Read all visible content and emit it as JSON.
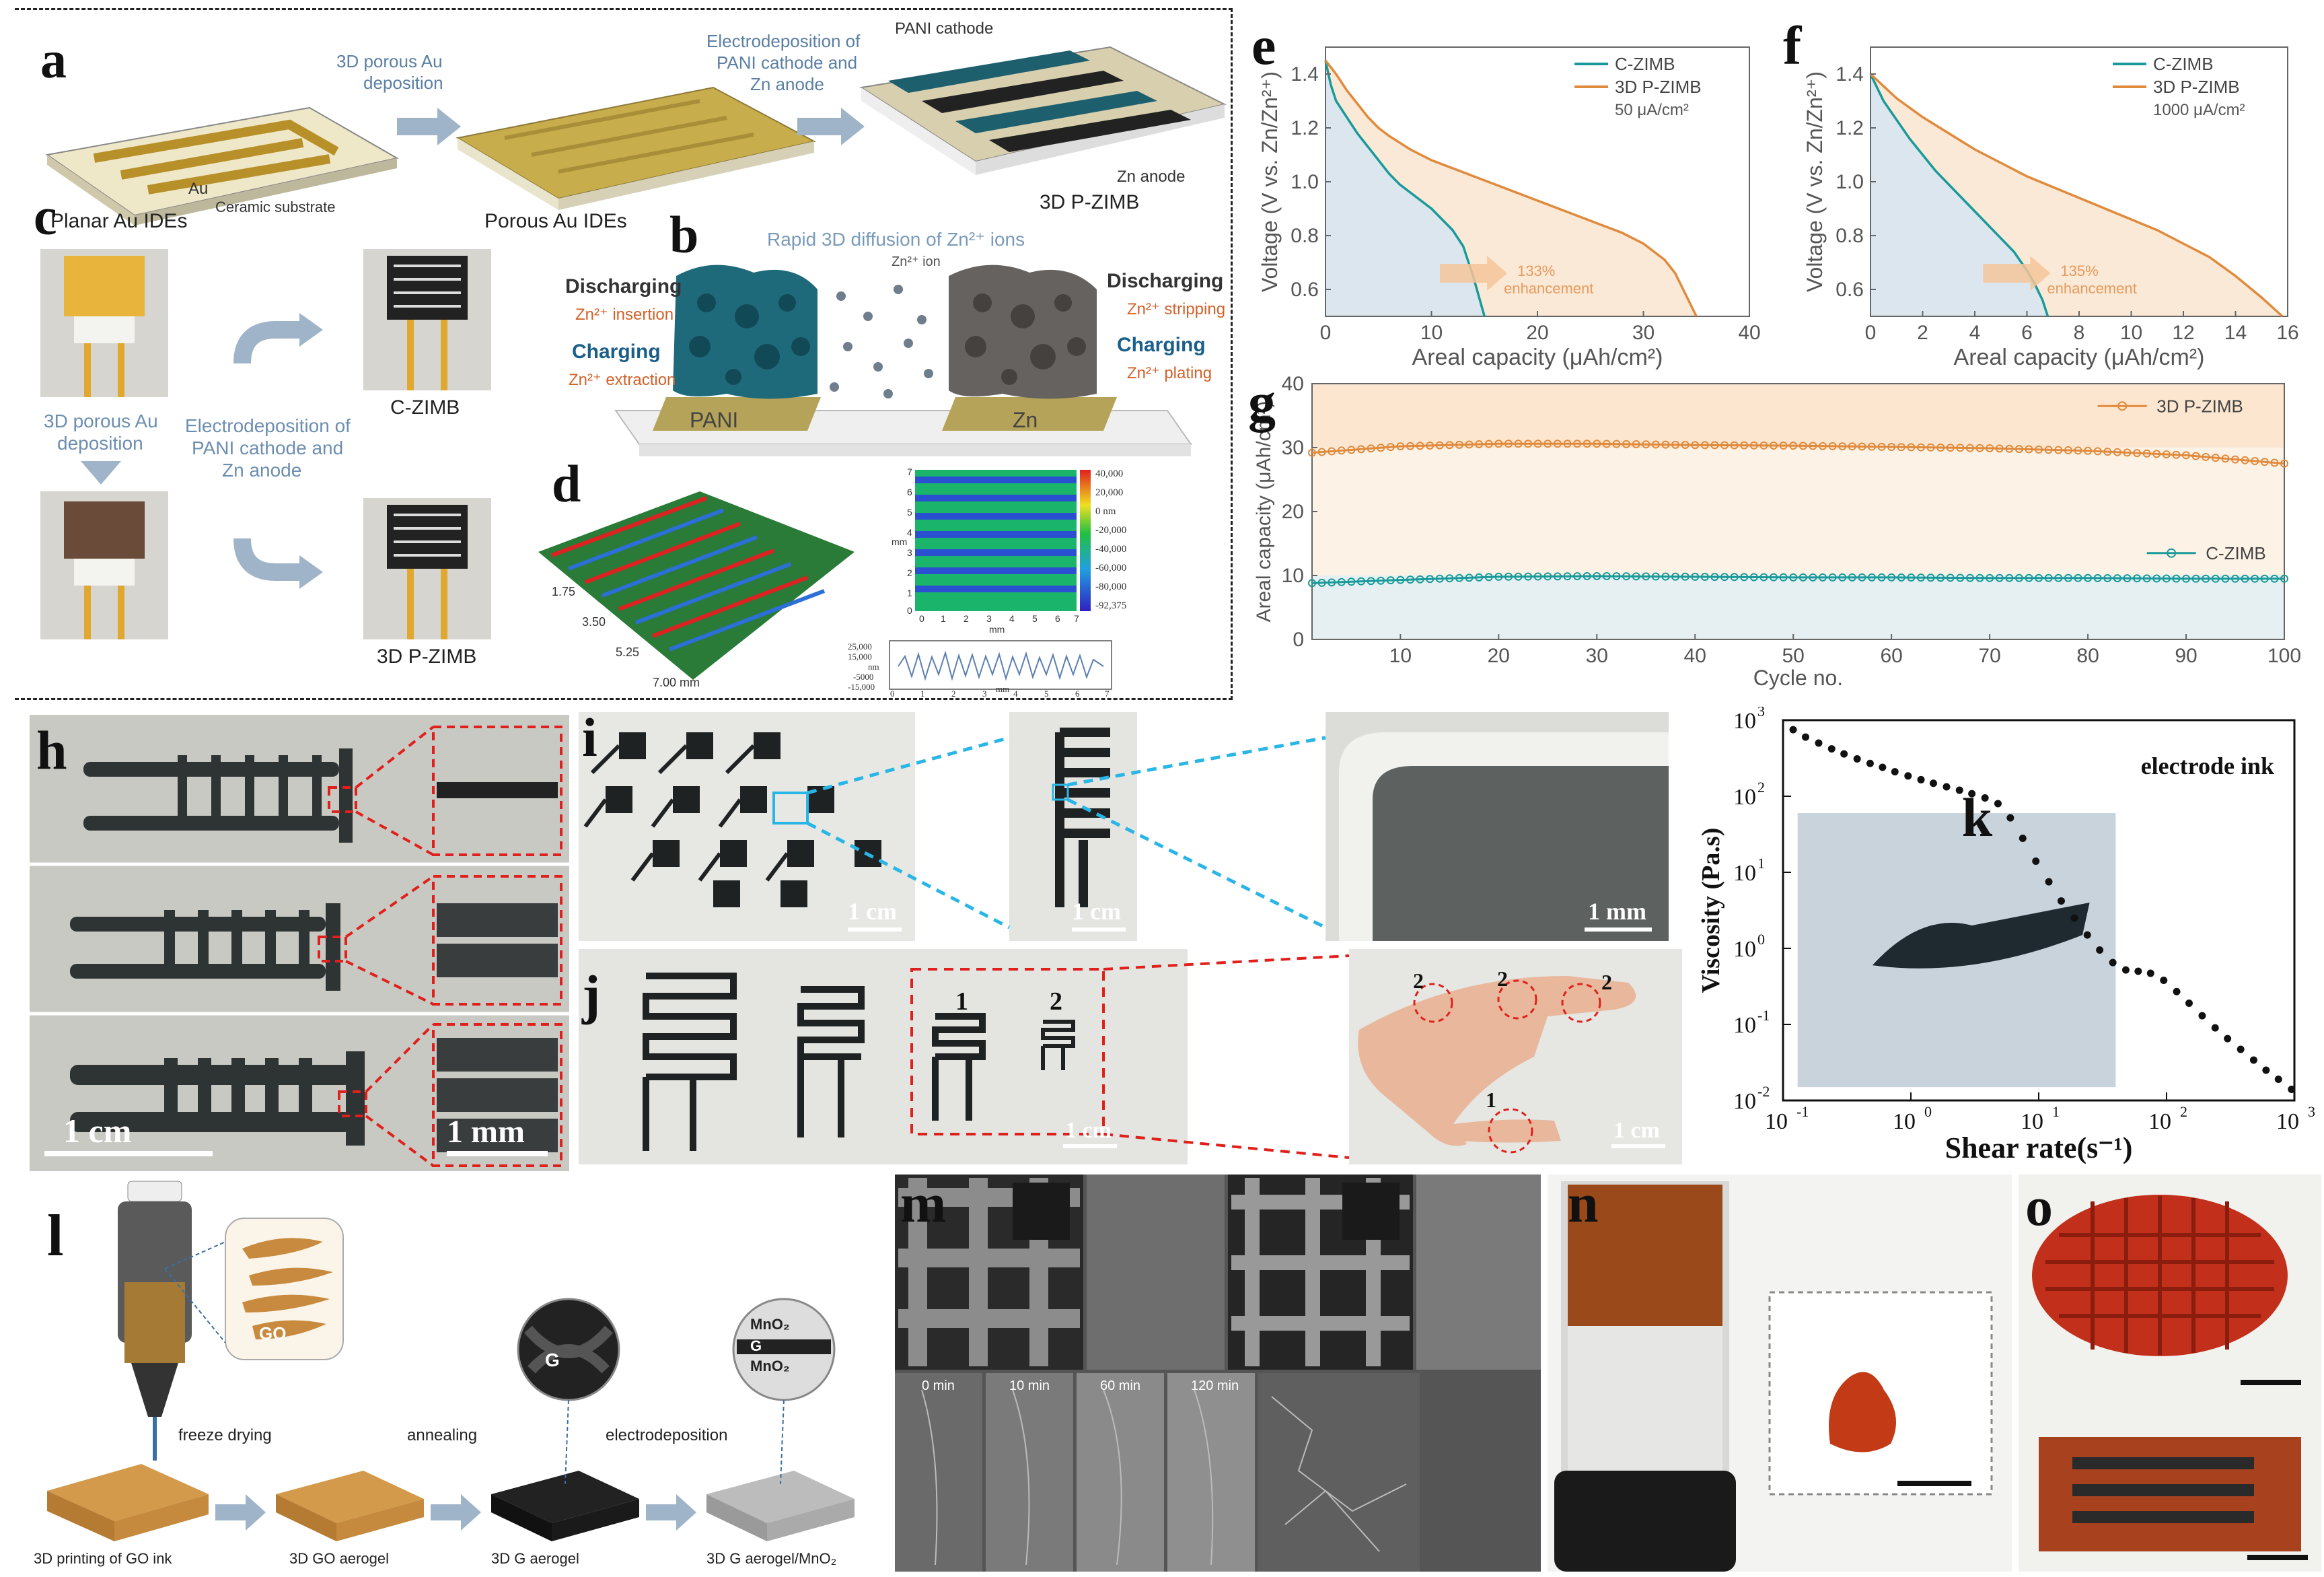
{
  "panels": {
    "a": {
      "letter": "a",
      "arrow1_line1": "3D porous Au",
      "arrow1_line2": "deposition",
      "arrow2_line1": "Electrodeposition of",
      "arrow2_line2": "PANI cathode and",
      "arrow2_line3": "Zn anode",
      "au_label": "Au",
      "substrate_label": "Ceramic substrate",
      "cathode_label": "PANI cathode",
      "anode_label": "Zn anode",
      "caption_left": "Planar Au IDEs",
      "caption_mid": "Porous Au IDEs",
      "caption_right": "3D P-ZIMB"
    },
    "b": {
      "letter": "b",
      "title": "Rapid 3D diffusion of Zn²⁺ ions",
      "ion_label": "Zn²⁺ ion",
      "left_discharging": "Discharging",
      "left_insertion": "Zn²⁺ insertion",
      "left_charging": "Charging",
      "left_extraction": "Zn²⁺ extraction",
      "right_discharging": "Discharging",
      "right_stripping": "Zn²⁺ stripping",
      "right_charging": "Charging",
      "right_plating": "Zn²⁺ plating",
      "pani_label": "PANI",
      "zn_label": "Zn"
    },
    "c": {
      "letter": "c",
      "step1_line1": "3D porous Au",
      "step1_line2": "deposition",
      "step2_line1": "Electrodeposition of",
      "step2_line2": "PANI cathode and",
      "step2_line3": "Zn anode",
      "label_top": "C-ZIMB",
      "label_bottom": "3D P-ZIMB"
    },
    "d": {
      "letter": "d",
      "axis_ticks": [
        "1.75",
        "3.50",
        "5.25",
        "7.00 mm"
      ],
      "colorbar_ticks": [
        "40,000",
        "20,000",
        "0 nm",
        "-20,000",
        "-40,000",
        "-60,000",
        "-80,000",
        "-92,375"
      ],
      "map_y_ticks": [
        "7",
        "6",
        "5",
        "4",
        "3",
        "2",
        "1",
        "0"
      ],
      "map_x_ticks": [
        "0",
        "1",
        "2",
        "3",
        "4",
        "5",
        "6",
        "7"
      ],
      "map_unit": "mm",
      "profile_y_ticks": [
        "25,000",
        "15,000",
        "nm",
        "-5000",
        "-15,000"
      ],
      "profile_x_ticks": [
        "0",
        "1",
        "2",
        "3",
        "4",
        "5",
        "6",
        "7"
      ],
      "profile_unit": "mm"
    },
    "h": {
      "letter": "h",
      "scale_main": "1 cm",
      "scale_zoom": "1 mm"
    },
    "i": {
      "letter": "i",
      "scale1": "1 cm",
      "scale2": "1 cm",
      "scale3": "1 mm"
    },
    "j": {
      "letter": "j",
      "num1": "1",
      "num2": "2",
      "scale1": "1 cm",
      "scale2": "1 cm",
      "hand_labels": [
        "2",
        "2",
        "2",
        "1"
      ]
    },
    "l": {
      "letter": "l",
      "go_label": "GO",
      "g_label": "G",
      "mno2_top": "MnO₂",
      "g_mid": "G",
      "mno2_bottom": "MnO₂",
      "step1": "freeze drying",
      "step2": "annealing",
      "step3": "electrodeposition",
      "cap1": "3D printing of GO ink",
      "cap2": "3D GO aerogel",
      "cap3": "3D G aerogel",
      "cap4": "3D G aerogel/MnO₂"
    },
    "m": {
      "letter": "m",
      "time_labels": [
        "0 min",
        "10 min",
        "60 min",
        "120 min"
      ]
    },
    "n": {
      "letter": "n"
    },
    "o": {
      "letter": "o"
    }
  },
  "colors": {
    "teal": "#1a9a9a",
    "orange": "#e08a3c",
    "teal_fill": "#cfe6ea",
    "orange_fill": "#fbe9d7",
    "scale_red": "#e0201c",
    "zoom_blue": "#29b6e6"
  },
  "chart_data": [
    {
      "panel": "e",
      "type": "line",
      "xlabel": "Areal capacity (μAh/cm²)",
      "ylabel": "Voltage (V vs. Zn/Zn²⁺)",
      "xlim": [
        0,
        40
      ],
      "ylim": [
        0.5,
        1.5
      ],
      "xticks": [
        "0",
        "10",
        "20",
        "30",
        "40"
      ],
      "yticks": [
        "0.6",
        "0.8",
        "1.0",
        "1.2",
        "1.4"
      ],
      "annotation_value": "50 μA/cm²",
      "enhancement": "133%",
      "enhancement_label": "enhancement",
      "series": [
        {
          "name": "C-ZIMB",
          "color": "#1a9a9a",
          "x": [
            0,
            0.5,
            1,
            2,
            3,
            4,
            5,
            6,
            7,
            8,
            9,
            10,
            11,
            12,
            13,
            14,
            15
          ],
          "y": [
            1.45,
            1.36,
            1.3,
            1.24,
            1.18,
            1.13,
            1.08,
            1.03,
            0.99,
            0.96,
            0.93,
            0.9,
            0.86,
            0.82,
            0.76,
            0.64,
            0.5
          ]
        },
        {
          "name": "3D P-ZIMB",
          "color": "#e08a3c",
          "x": [
            0,
            1,
            2,
            3,
            4,
            5,
            6,
            8,
            10,
            12,
            14,
            16,
            18,
            20,
            22,
            24,
            26,
            28,
            30,
            32,
            33,
            34,
            35
          ],
          "y": [
            1.45,
            1.4,
            1.34,
            1.29,
            1.24,
            1.2,
            1.17,
            1.12,
            1.08,
            1.05,
            1.02,
            0.99,
            0.96,
            0.93,
            0.9,
            0.87,
            0.84,
            0.81,
            0.77,
            0.71,
            0.66,
            0.58,
            0.5
          ]
        }
      ]
    },
    {
      "panel": "f",
      "type": "line",
      "xlabel": "Areal capacity (μAh/cm²)",
      "ylabel": "Voltage (V vs. Zn/Zn²⁺)",
      "xlim": [
        0,
        16
      ],
      "ylim": [
        0.5,
        1.5
      ],
      "xticks": [
        "0",
        "2",
        "4",
        "6",
        "8",
        "10",
        "12",
        "14",
        "16"
      ],
      "yticks": [
        "0.6",
        "0.8",
        "1.0",
        "1.2",
        "1.4"
      ],
      "annotation_value": "1000 μA/cm²",
      "enhancement": "135%",
      "enhancement_label": "enhancement",
      "series": [
        {
          "name": "C-ZIMB",
          "color": "#1a9a9a",
          "x": [
            0,
            0.5,
            1,
            1.5,
            2,
            2.5,
            3,
            3.5,
            4,
            4.5,
            5,
            5.5,
            6,
            6.3,
            6.6,
            6.8
          ],
          "y": [
            1.4,
            1.3,
            1.23,
            1.16,
            1.1,
            1.04,
            0.99,
            0.94,
            0.89,
            0.84,
            0.79,
            0.74,
            0.67,
            0.62,
            0.56,
            0.5
          ]
        },
        {
          "name": "3D P-ZIMB",
          "color": "#e08a3c",
          "x": [
            0,
            1,
            2,
            3,
            4,
            5,
            6,
            7,
            8,
            9,
            10,
            11,
            12,
            13,
            14,
            15,
            15.8
          ],
          "y": [
            1.4,
            1.31,
            1.24,
            1.18,
            1.12,
            1.07,
            1.02,
            0.98,
            0.94,
            0.9,
            0.86,
            0.82,
            0.77,
            0.72,
            0.65,
            0.57,
            0.5
          ]
        }
      ]
    },
    {
      "panel": "g",
      "type": "line",
      "xlabel": "Cycle no.",
      "ylabel": "Areal capacity (μAh/cm²)",
      "xlim": [
        1,
        100
      ],
      "ylim": [
        0,
        40
      ],
      "xticks": [
        "10",
        "20",
        "30",
        "40",
        "50",
        "60",
        "70",
        "80",
        "90",
        "100"
      ],
      "yticks": [
        "0",
        "10",
        "20",
        "30",
        "40"
      ],
      "series": [
        {
          "name": "3D P-ZIMB",
          "color": "#e08a3c",
          "x": [
            1,
            10,
            20,
            30,
            40,
            50,
            60,
            70,
            80,
            90,
            100
          ],
          "y": [
            29.2,
            30.2,
            30.6,
            30.6,
            30.4,
            30.3,
            30.1,
            29.9,
            29.5,
            28.8,
            27.5
          ]
        },
        {
          "name": "C-ZIMB",
          "color": "#1a9a9a",
          "x": [
            1,
            10,
            20,
            30,
            40,
            50,
            60,
            70,
            80,
            90,
            100
          ],
          "y": [
            8.8,
            9.3,
            9.8,
            9.9,
            9.8,
            9.7,
            9.7,
            9.6,
            9.6,
            9.5,
            9.5
          ]
        }
      ]
    },
    {
      "panel": "k",
      "type": "scatter",
      "title": "electrode ink",
      "xlabel": "Shear rate(s⁻¹)",
      "ylabel": "Viscosity (Pa.s)",
      "xscale": "log",
      "yscale": "log",
      "xlim": [
        0.1,
        1000
      ],
      "ylim": [
        0.01,
        1000
      ],
      "xtick_exp": [
        "-1",
        "0",
        "1",
        "2",
        "3"
      ],
      "ytick_exp": [
        "3",
        "2",
        "1",
        "0",
        "-1",
        "-2"
      ],
      "series": [
        {
          "name": "electrode ink",
          "x": [
            0.12,
            0.15,
            0.19,
            0.24,
            0.3,
            0.38,
            0.48,
            0.6,
            0.75,
            0.95,
            1.2,
            1.5,
            1.9,
            2.4,
            3.0,
            3.8,
            4.8,
            6.0,
            7.5,
            9.5,
            12,
            15,
            19,
            24,
            30,
            38,
            48,
            60,
            75,
            95,
            120,
            150,
            190,
            240,
            300,
            380,
            480,
            600,
            750,
            950
          ],
          "y": [
            750,
            600,
            500,
            420,
            360,
            310,
            270,
            240,
            210,
            185,
            165,
            148,
            133,
            120,
            108,
            95,
            80,
            52,
            28,
            14,
            7.5,
            4.2,
            2.5,
            1.5,
            0.95,
            0.65,
            0.52,
            0.5,
            0.47,
            0.38,
            0.27,
            0.19,
            0.13,
            0.09,
            0.065,
            0.047,
            0.034,
            0.025,
            0.019,
            0.014
          ]
        }
      ]
    }
  ]
}
